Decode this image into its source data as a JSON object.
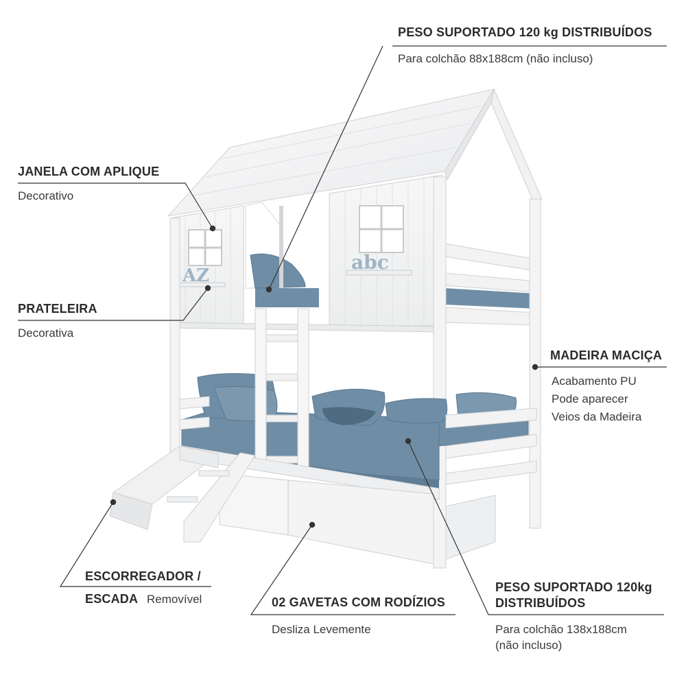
{
  "callouts": {
    "peso_superior": {
      "title": "PESO SUPORTADO 120 kg DISTRIBUÍDOS",
      "subtitle": "Para colchão 88x188cm (não incluso)"
    },
    "janela": {
      "title": "JANELA COM APLIQUE",
      "subtitle": "Decorativo"
    },
    "prateleira": {
      "title": "PRATELEIRA",
      "subtitle": "Decorativa"
    },
    "madeira": {
      "title": "MADEIRA MACIÇA",
      "lines": [
        "Acabamento PU",
        "Pode aparecer",
        "Veios da Madeira"
      ]
    },
    "escorregador": {
      "title_line1": "ESCORREGADOR /",
      "title_line2": "ESCADA",
      "subtitle": "Removível"
    },
    "gavetas": {
      "title": "02 GAVETAS COM RODÍZIOS",
      "subtitle": "Desliza Levemente"
    },
    "peso_inferior": {
      "title_line1": "PESO SUPORTADO 120kg",
      "title_line2": "DISTRIBUÍDOS",
      "subtitle_line1": "Para colchão 138x188cm",
      "subtitle_line2": "(não incluso)"
    }
  },
  "decor": {
    "letters_left": "AZ",
    "letters_right": "abc"
  },
  "colors": {
    "wood": "#f4f4f4",
    "wood_shadow": "#e2e3e5",
    "outline": "#c9cacd",
    "fabric": "#6f8ea6",
    "fabric_dark": "#5a778f",
    "leader": "#333333"
  }
}
